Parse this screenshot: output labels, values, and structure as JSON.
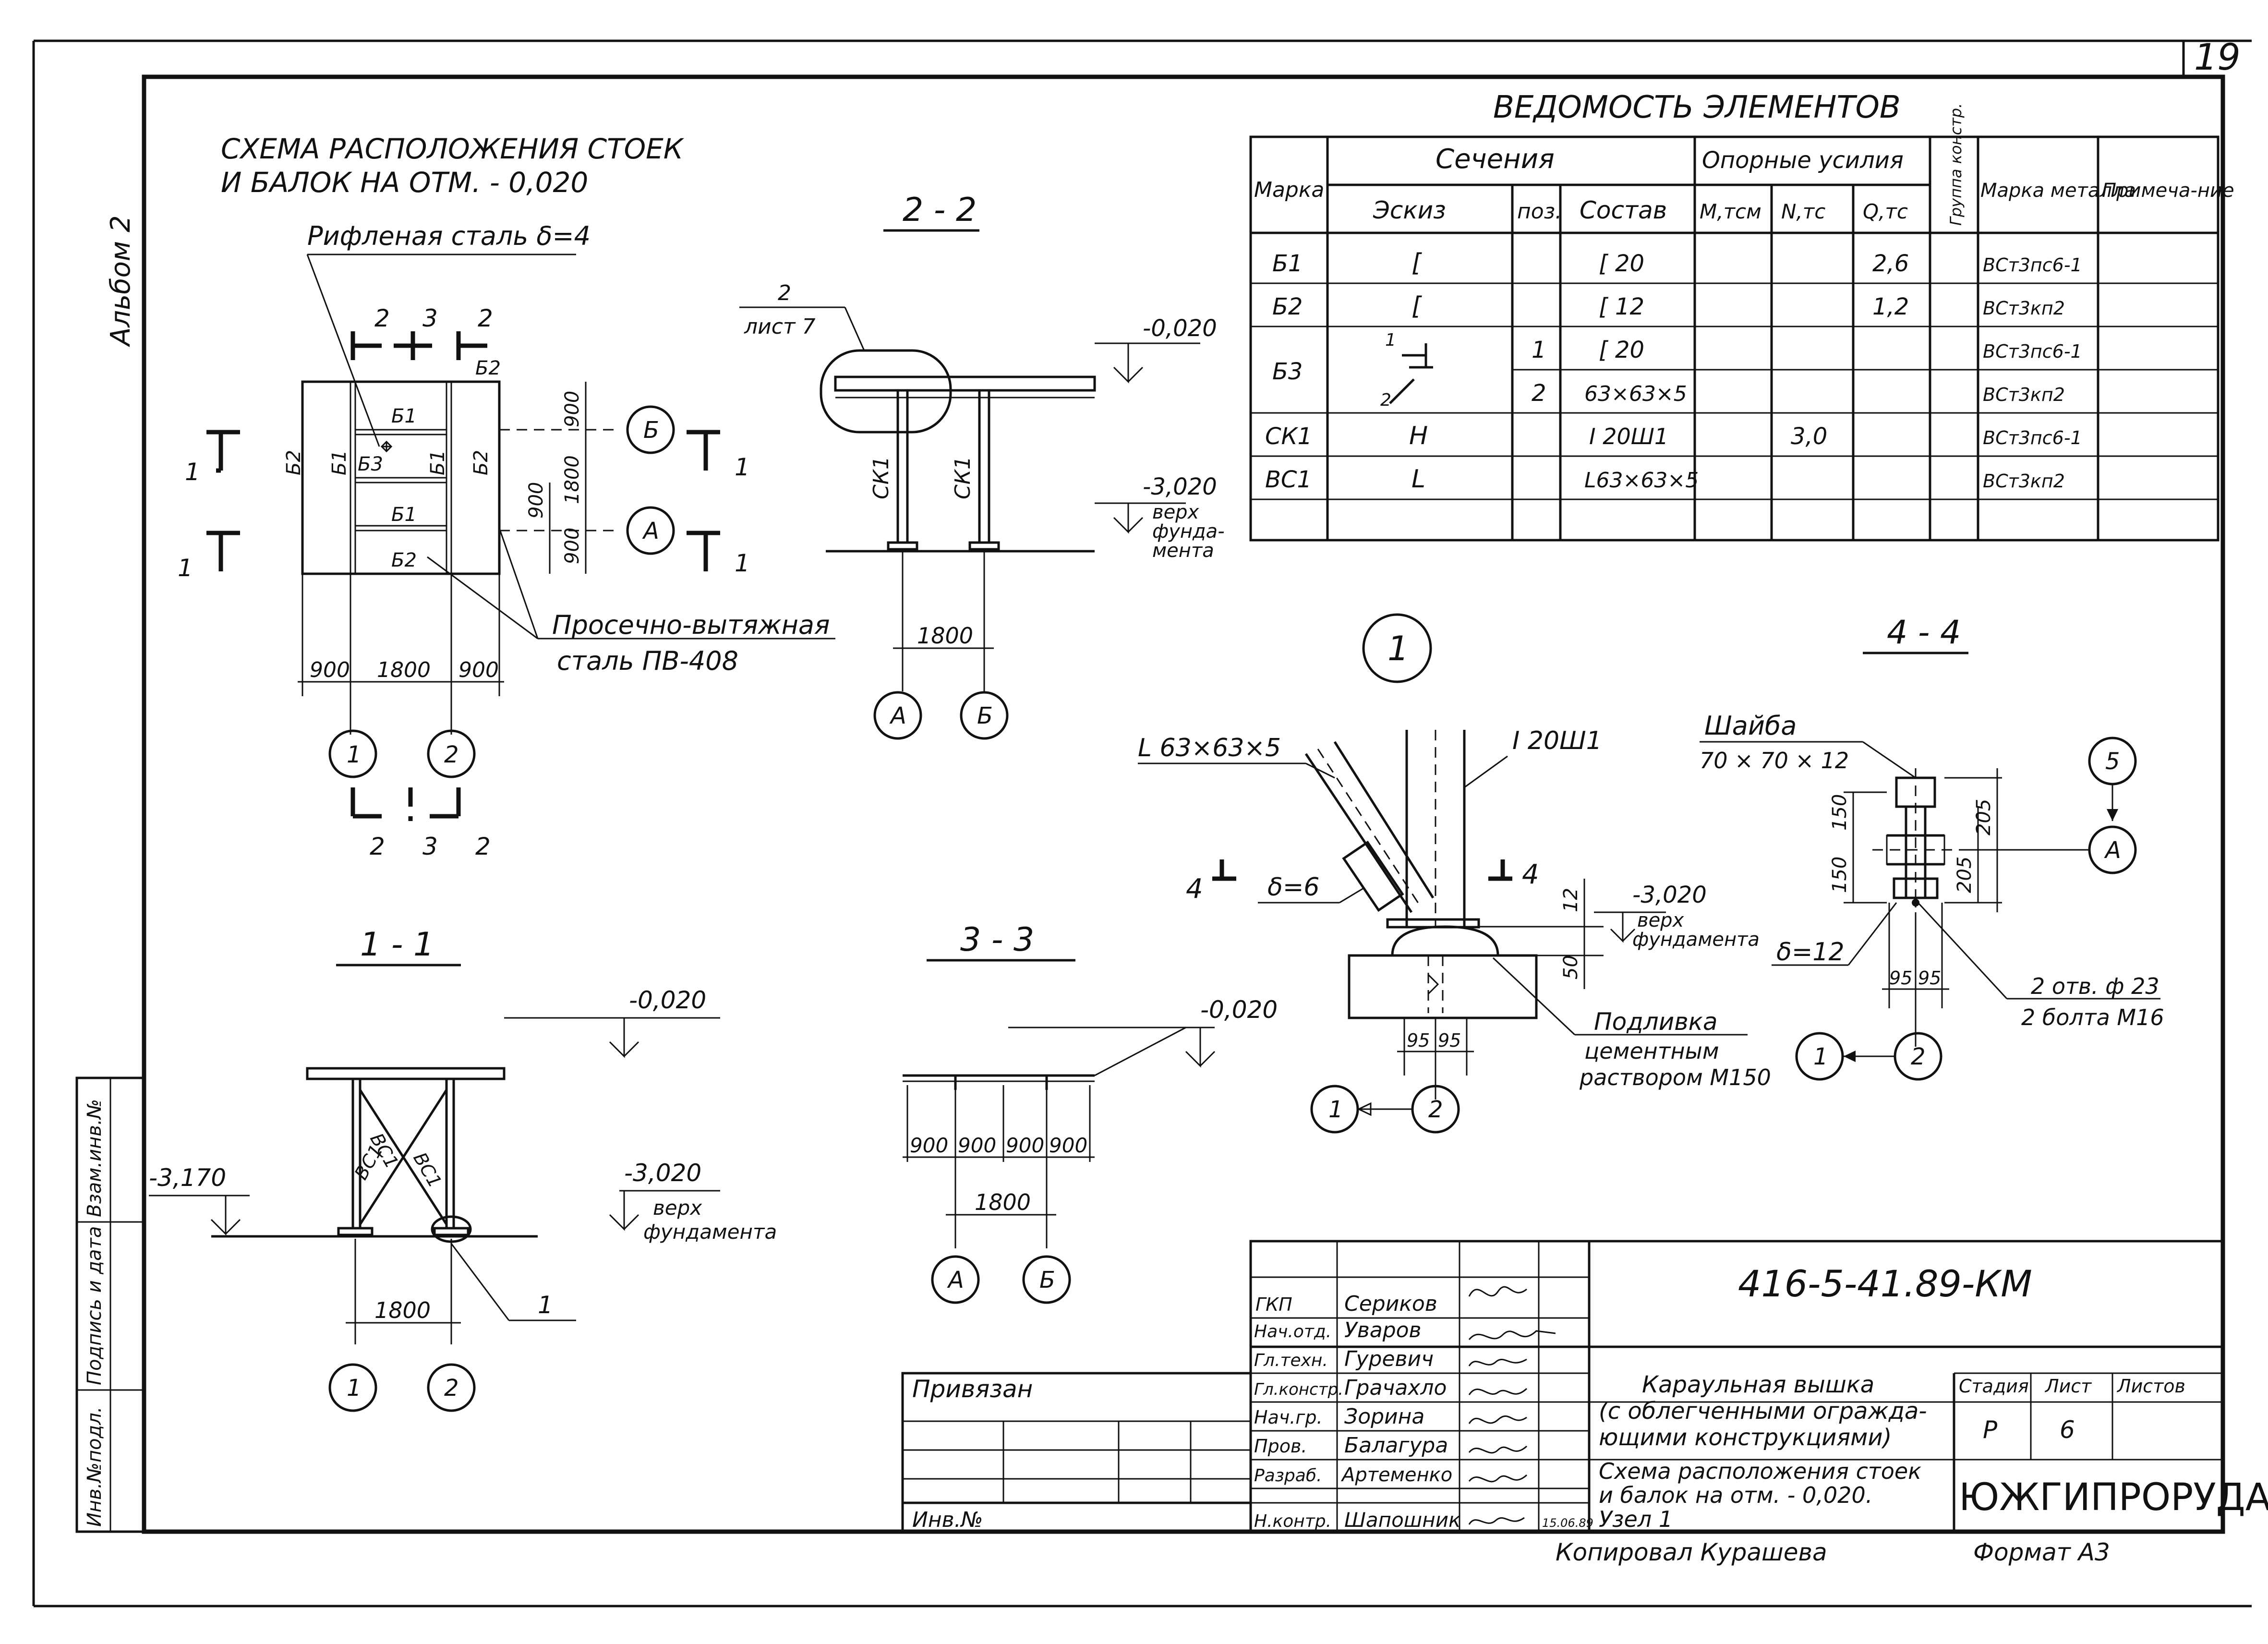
{
  "sheet": {
    "page_number": "19",
    "album_label": "Альбом 2",
    "side_stamp": {
      "col1": "Инв.№подл.",
      "col2": "Подпись и дата",
      "col3": "Взам.инв.№"
    }
  },
  "plan": {
    "title_line1": "СХЕМА РАСПОЛОЖЕНИЯ СТОЕК",
    "title_line2": "И БАЛОК НА ОТМ. - 0,020",
    "callout_top": "Рифленая сталь δ=4",
    "callout_bottom_line1": "Просечно-вытяжная",
    "callout_bottom_line2": "сталь ПВ-408",
    "labels": {
      "b1": "Б1",
      "b2": "Б2",
      "b3": "Б3"
    },
    "dims": {
      "d900": "900",
      "d1800": "1800"
    },
    "section_marks": {
      "s1": "1",
      "s2": "2",
      "s3": "3"
    },
    "axes": {
      "axis1": "1",
      "axis2": "2",
      "axisA": "А",
      "axisB": "Б"
    }
  },
  "section22": {
    "title": "2 - 2",
    "ref_num": "2",
    "ref_sheet": "лист 7",
    "elev_top": "-0,020",
    "elev_bottom": "-3,020",
    "elev_note_line1": "верх",
    "elev_note_line2": "фунда-",
    "elev_note_line3": "мента",
    "column_label": "СК1",
    "dim": "1800",
    "axisA": "А",
    "axisB": "Б"
  },
  "section11": {
    "title": "1 - 1",
    "elev_top": "-0,020",
    "elev_left": "-3,170",
    "elev_right": "-3,020",
    "elev_note_line1": "верх",
    "elev_note_line2": "фундамента",
    "brace_label": "ВС1",
    "dim": "1800",
    "node_ref": "1",
    "axis1": "1",
    "axis2": "2"
  },
  "section33": {
    "title": "3 - 3",
    "elev_top": "-0,020",
    "dim900": "900",
    "dim1800": "1800",
    "axisA": "А",
    "axisB": "Б"
  },
  "node1": {
    "title": "1",
    "angle_label": "L 63×63×5",
    "beam_label": "I 20Ш1",
    "plate": "δ=6",
    "cut_mark": "4",
    "dim12": "12",
    "dim50": "50",
    "dim95": "95",
    "elev": "-3,020",
    "elev_note_line1": "верх",
    "elev_note_line2": "фундамента",
    "grout_line1": "Подливка",
    "grout_line2": "цементным",
    "grout_line3": "раствором М150",
    "axis1": "1",
    "axis2": "2"
  },
  "section44": {
    "title": "4 - 4",
    "washer_line1": "Шайба",
    "washer_line2": "70 × 70 × 12",
    "plate": "δ=12",
    "dim150": "150",
    "dim205": "205",
    "dim95": "95",
    "holes_line1": "2 отв. ф 23",
    "holes_line2": "2 болта М16",
    "axis5": "5",
    "axisA": "А",
    "axis1": "1",
    "axis2": "2"
  },
  "schedule": {
    "title": "ВЕДОМОСТЬ ЭЛЕМЕНТОВ",
    "headers": {
      "mark": "Марка",
      "sections": "Сечения",
      "sketch": "Эскиз",
      "pos": "поз.",
      "composition": "Состав",
      "reactions": "Опорные усилия",
      "m": "М,тсм",
      "n": "N,тс",
      "q": "Q,тс",
      "group": "Группа констр.",
      "steel": "Марка металла",
      "note": "Примеча-ние"
    },
    "rows": [
      {
        "mark": "Б1",
        "sketch": "[",
        "pos": "",
        "composition": "[ 20",
        "m": "",
        "n": "",
        "q": "2,6",
        "steel": "ВСт3пс6-1"
      },
      {
        "mark": "Б2",
        "sketch": "[",
        "pos": "",
        "composition": "[ 12",
        "m": "",
        "n": "",
        "q": "1,2",
        "steel": "ВСт3кп2"
      },
      {
        "mark": "Б3",
        "sketch": "",
        "pos": "1",
        "composition": "[ 20",
        "m": "",
        "n": "",
        "q": "",
        "steel": "ВСт3пс6-1"
      },
      {
        "mark": "",
        "sketch": "",
        "pos": "2",
        "composition": "63×63×5",
        "m": "",
        "n": "",
        "q": "",
        "steel": "ВСт3кп2"
      },
      {
        "mark": "СК1",
        "sketch": "H",
        "pos": "",
        "composition": "I 20Ш1",
        "m": "",
        "n": "3,0",
        "q": "",
        "steel": "ВСт3пс6-1"
      },
      {
        "mark": "ВС1",
        "sketch": "L",
        "pos": "",
        "composition": "L63×63×5",
        "m": "",
        "n": "",
        "q": "",
        "steel": "ВСт3кп2"
      }
    ],
    "sketch_b3_pos1": "1",
    "sketch_b3_pos2": "2"
  },
  "titleblock": {
    "doc_code": "416-5-41.89-КМ",
    "bound_label": "Привязан",
    "inv_label": "Инв.№",
    "people": [
      {
        "role": "ГКП",
        "name": "Сериков"
      },
      {
        "role": "Нач.отд.",
        "name": "Уваров"
      },
      {
        "role": "Гл.техн.",
        "name": "Гуревич"
      },
      {
        "role": "Гл.констр.",
        "name": "Грачахло"
      },
      {
        "role": "Нач.гр.",
        "name": "Зорина"
      },
      {
        "role": "Пров.",
        "name": "Балагура"
      },
      {
        "role": "Разраб.",
        "name": "Артеменко"
      },
      {
        "role": "Н.контр.",
        "name": "Шапошник"
      }
    ],
    "date": "15.06.89",
    "object_line1": "Караульная вышка",
    "object_line2": "(с облегченными огражда-",
    "object_line3": "ющими конструкциями)",
    "sheet_title_line1": "Схема расположения стоек",
    "sheet_title_line2": "и балок на отм. - 0,020.",
    "sheet_title_line3": "Узел 1",
    "stage_label": "Стадия",
    "sheet_label": "Лист",
    "sheets_label": "Листов",
    "stage": "Р",
    "sheet": "6",
    "org": "ЮЖГИПРОРУДА",
    "copied": "Копировал Курашева",
    "format": "Формат А3"
  }
}
